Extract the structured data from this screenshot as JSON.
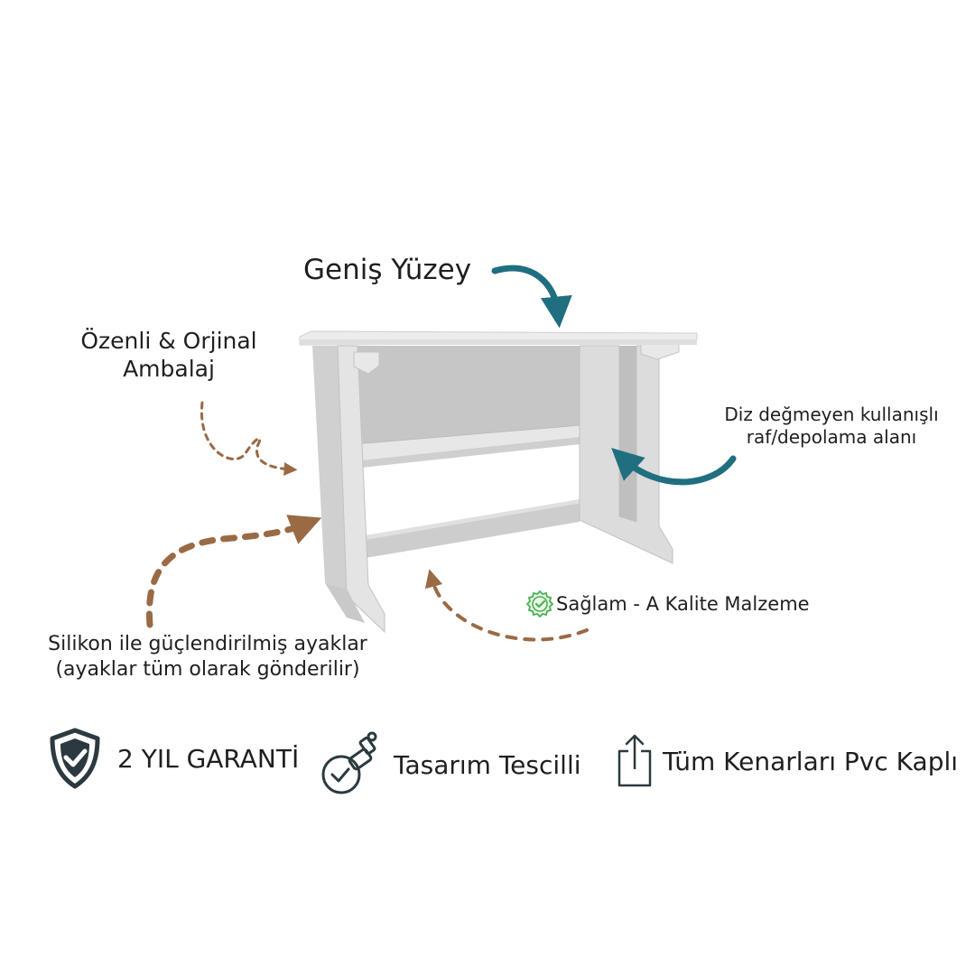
{
  "title": "Geniş Yüzey",
  "packaging": {
    "line1": "Özenli & Orjinal",
    "line2": "Ambalaj"
  },
  "shelf": {
    "line1": "Diz değmeyen kullanışlı",
    "line2": "raf/depolama alanı"
  },
  "legs": {
    "line1": "Silikon ile güçlendirilmiş ayaklar",
    "line2": "(ayaklar tüm olarak gönderilir)"
  },
  "material": "Sağlam - A Kalite Malzeme",
  "features": [
    {
      "icon": "shield-check-icon",
      "label": "2 YIL GARANTİ"
    },
    {
      "icon": "design-stamp-icon",
      "label": "Tasarım Tescilli"
    },
    {
      "icon": "share-box-icon",
      "label": "Tüm Kenarları Pvc Kaplı"
    }
  ],
  "colors": {
    "background": "#ffffff",
    "text": "#1f1f1f",
    "teal_arrow": "#1f6f80",
    "brown_arrow": "#9a6a45",
    "badge_green": "#4caf50",
    "desk": "#d9d9d9",
    "icon_dark": "#2b3a40"
  }
}
